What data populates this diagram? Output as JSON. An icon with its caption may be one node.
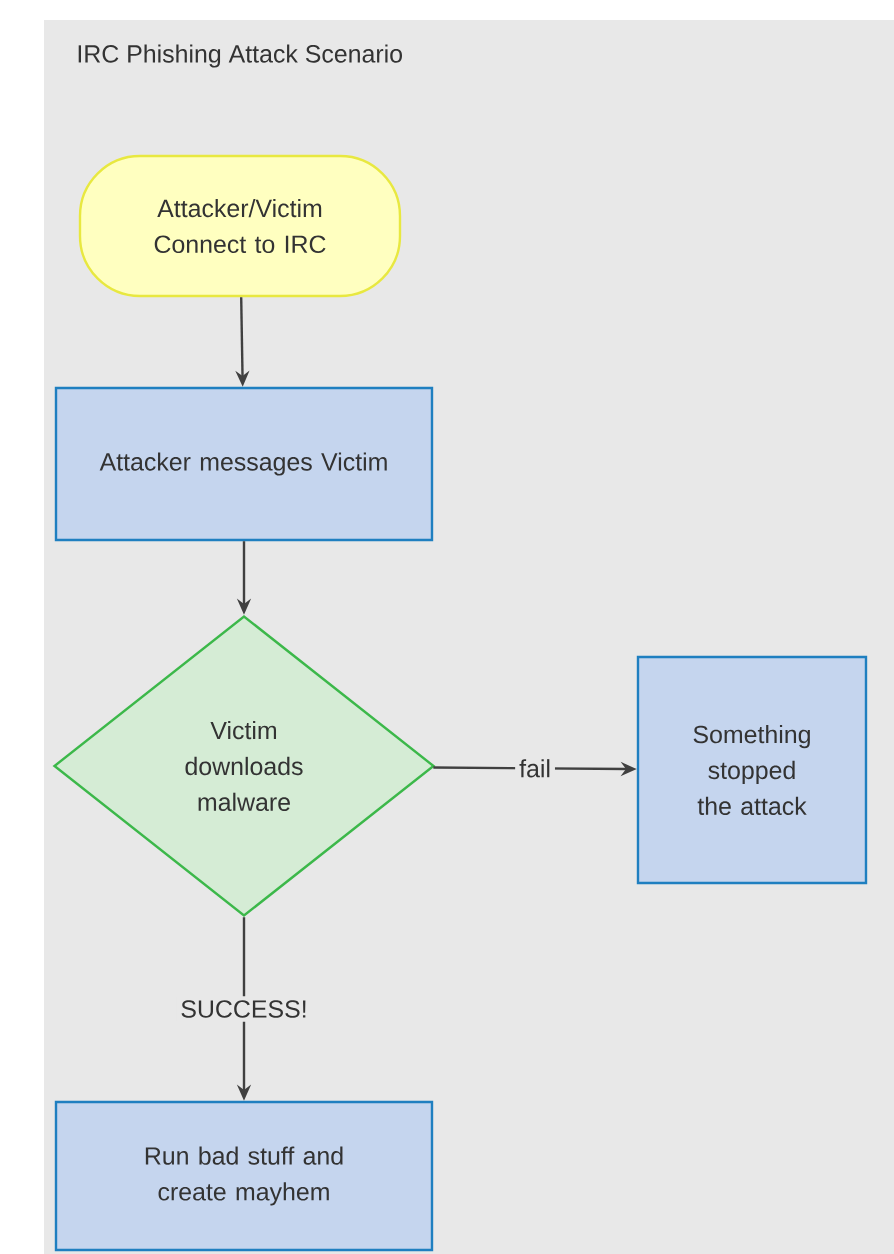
{
  "diagram": {
    "title": "IRC Phishing Attack Scenario",
    "nodes": [
      {
        "text": [
          "Attacker/Victim Connect to IRC"
        ]
      },
      {
        "text": [
          "Attacker messages Victim"
        ]
      },
      {
        "text": [
          "Victim downloads malware"
        ]
      },
      {
        "text": [
          "Something stopped the attack"
        ]
      },
      {
        "text": [
          "Run bad stuff and create mayhem"
        ]
      }
    ],
    "edges": [
      {
        "from": 0,
        "to": 1,
        "arrow": "to"
      },
      {
        "from": 1,
        "to": 2,
        "arrow": "to"
      },
      {
        "from": 2,
        "to": 3,
        "arrow": "to",
        "label": "fail"
      },
      {
        "from": 2,
        "to": 4,
        "arrow": "to",
        "label": "SUCCESS!"
      }
    ]
  }
}
